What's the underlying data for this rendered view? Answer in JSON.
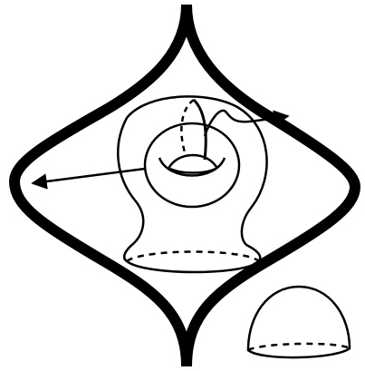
{
  "figure": {
    "stroke_color": "#000000",
    "background_color": "#ffffff",
    "elements": [
      "outer-lens-boundary",
      "handlebody-surface",
      "torus-hole",
      "meridian-curve",
      "linking-arc-with-arrow",
      "double-headed-arrow",
      "boundary-disk-ellipse",
      "cap-dome"
    ]
  }
}
